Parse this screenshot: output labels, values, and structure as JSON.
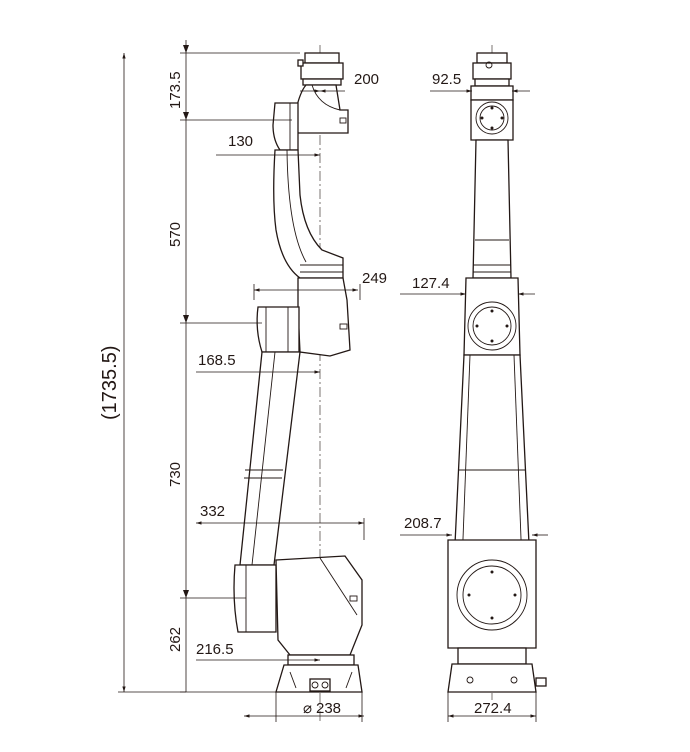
{
  "side_view": {
    "total_height": "(1735.5)",
    "heights": [
      "173.5",
      "570",
      "730",
      "262"
    ],
    "widths": [
      "200",
      "130",
      "249",
      "168.5",
      "332",
      "216.5"
    ],
    "base_diameter_symbol": "⌀",
    "base_diameter": "238"
  },
  "front_view": {
    "widths": [
      "92.5",
      "127.4",
      "208.7",
      "272.4"
    ]
  }
}
